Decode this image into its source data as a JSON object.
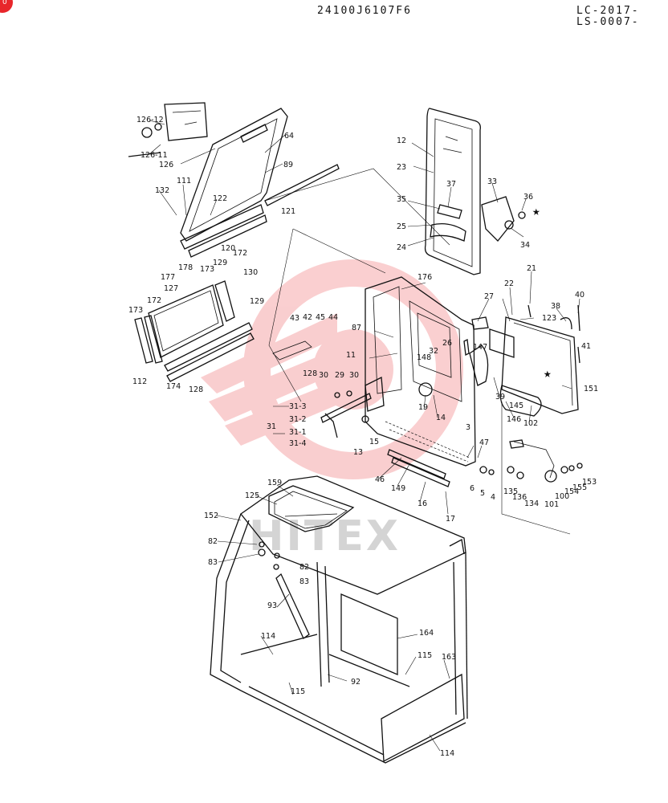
{
  "header": {
    "code_center": "24100J6107F6",
    "code_right_1": "LC-2017-",
    "code_right_2": "LS-0007-"
  },
  "badge": {
    "text": "0",
    "color": "#e8262b"
  },
  "watermark": {
    "text": "HITEX",
    "color": "#e8262b"
  },
  "callouts": [
    "126-12",
    "126-11",
    "126",
    "64",
    "89",
    "132",
    "111",
    "122",
    "121",
    "177",
    "178",
    "120",
    "172",
    "173",
    "129",
    "130",
    "127",
    "172",
    "173",
    "112",
    "174",
    "128",
    "129",
    "12",
    "23",
    "37",
    "35",
    "25",
    "24",
    "33",
    "36",
    "34",
    "21",
    "22",
    "27",
    "123",
    "38",
    "40",
    "41",
    "151",
    "176",
    "43",
    "42",
    "45",
    "44",
    "87",
    "11",
    "148",
    "32",
    "26",
    "147",
    "128",
    "30",
    "29",
    "30",
    "19",
    "14",
    "39",
    "145",
    "146",
    "102",
    "31-3",
    "31",
    "31-2",
    "31-1",
    "31-4",
    "15",
    "13",
    "3",
    "47",
    "46",
    "149",
    "16",
    "17",
    "6",
    "5",
    "4",
    "135",
    "136",
    "134",
    "101",
    "100",
    "154",
    "155",
    "153",
    "159",
    "125",
    "152",
    "82",
    "83",
    "82",
    "83",
    "93",
    "114",
    "164",
    "115",
    "163",
    "92",
    "115",
    "114"
  ]
}
